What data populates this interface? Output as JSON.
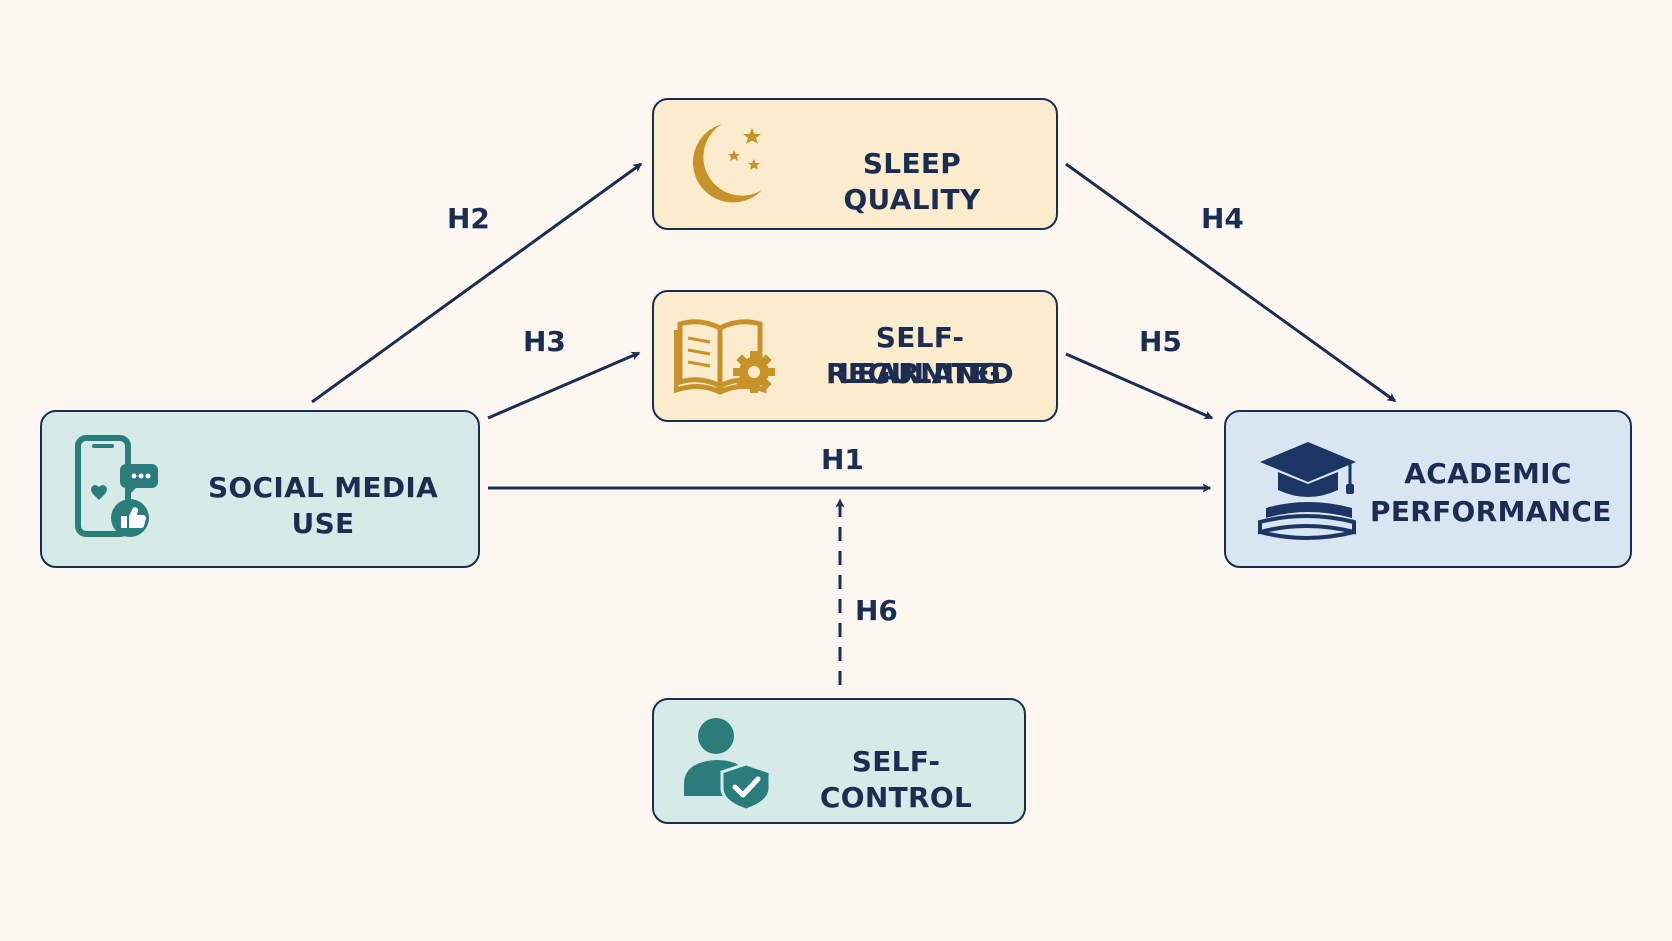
{
  "nodes": {
    "social_media_use": {
      "label": "SOCIAL MEDIA USE",
      "icon": "smartphone-social-icon",
      "color": "#d6ebe8"
    },
    "sleep_quality": {
      "label": "SLEEP QUALITY",
      "icon": "moon-stars-icon",
      "color": "#fbeccd"
    },
    "self_regulated_learning": {
      "line1": "SELF-REGULATED",
      "line2": "LEARNING",
      "icon": "book-gear-icon",
      "color": "#fbeccd"
    },
    "academic_performance": {
      "line1": "ACADEMIC",
      "line2": "PERFORMANCE",
      "icon": "graduation-cap-books-icon",
      "color": "#d7e6f1"
    },
    "self_control": {
      "label": "SELF-CONTROL",
      "icon": "person-shield-icon",
      "color": "#d6ebe8"
    }
  },
  "hypotheses": {
    "h1": "H1",
    "h2": "H2",
    "h3": "H3",
    "h4": "H4",
    "h5": "H5",
    "h6": "H6"
  },
  "colors": {
    "ink": "#1c2d52",
    "teal": "#2a7d7b",
    "gold": "#c8922a",
    "navy": "#1c3564",
    "background": "#fcf8f1"
  }
}
